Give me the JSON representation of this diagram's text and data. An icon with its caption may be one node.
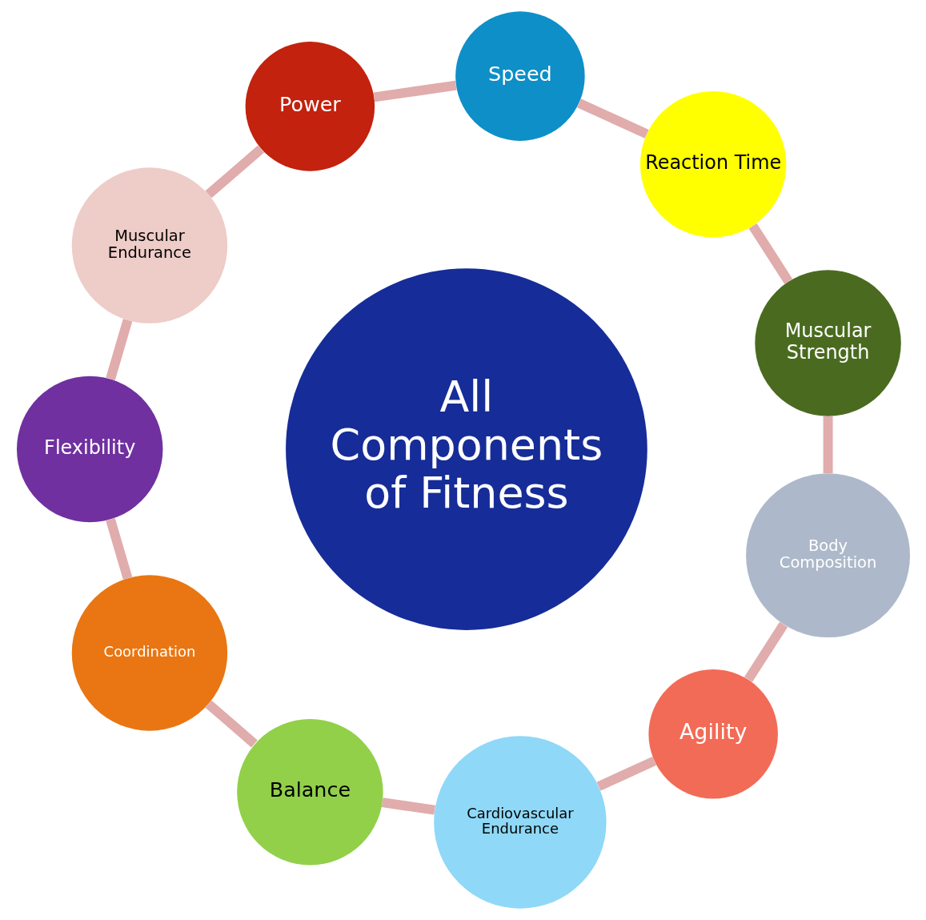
{
  "diagram": {
    "nodes": [
      {
        "text": [
          "All Components of Fitness"
        ]
      },
      {
        "text": [
          "Muscular Strength"
        ]
      },
      {
        "text": [
          "Reaction Time"
        ]
      },
      {
        "text": [
          "Speed"
        ]
      },
      {
        "text": [
          "Power"
        ]
      },
      {
        "text": [
          "Muscular Endurance"
        ]
      },
      {
        "text": [
          "Flexibility"
        ]
      },
      {
        "text": [
          "Coordination"
        ]
      },
      {
        "text": [
          "Balance"
        ]
      },
      {
        "text": [
          "Cardiovascular Endurance"
        ]
      },
      {
        "text": [
          "Agility"
        ]
      },
      {
        "text": [
          "Body Composition"
        ]
      }
    ],
    "edges": [
      {
        "from": 1,
        "to": 2,
        "arrow": "none"
      },
      {
        "from": 2,
        "to": 3,
        "arrow": "none"
      },
      {
        "from": 3,
        "to": 4,
        "arrow": "none"
      },
      {
        "from": 4,
        "to": 5,
        "arrow": "none"
      },
      {
        "from": 5,
        "to": 6,
        "arrow": "none"
      },
      {
        "from": 6,
        "to": 7,
        "arrow": "none"
      },
      {
        "from": 7,
        "to": 8,
        "arrow": "none"
      },
      {
        "from": 8,
        "to": 9,
        "arrow": "none"
      },
      {
        "from": 9,
        "to": 10,
        "arrow": "none"
      },
      {
        "from": 10,
        "to": 11,
        "arrow": "none"
      },
      {
        "from": 11,
        "to": 1,
        "arrow": "none"
      }
    ]
  }
}
